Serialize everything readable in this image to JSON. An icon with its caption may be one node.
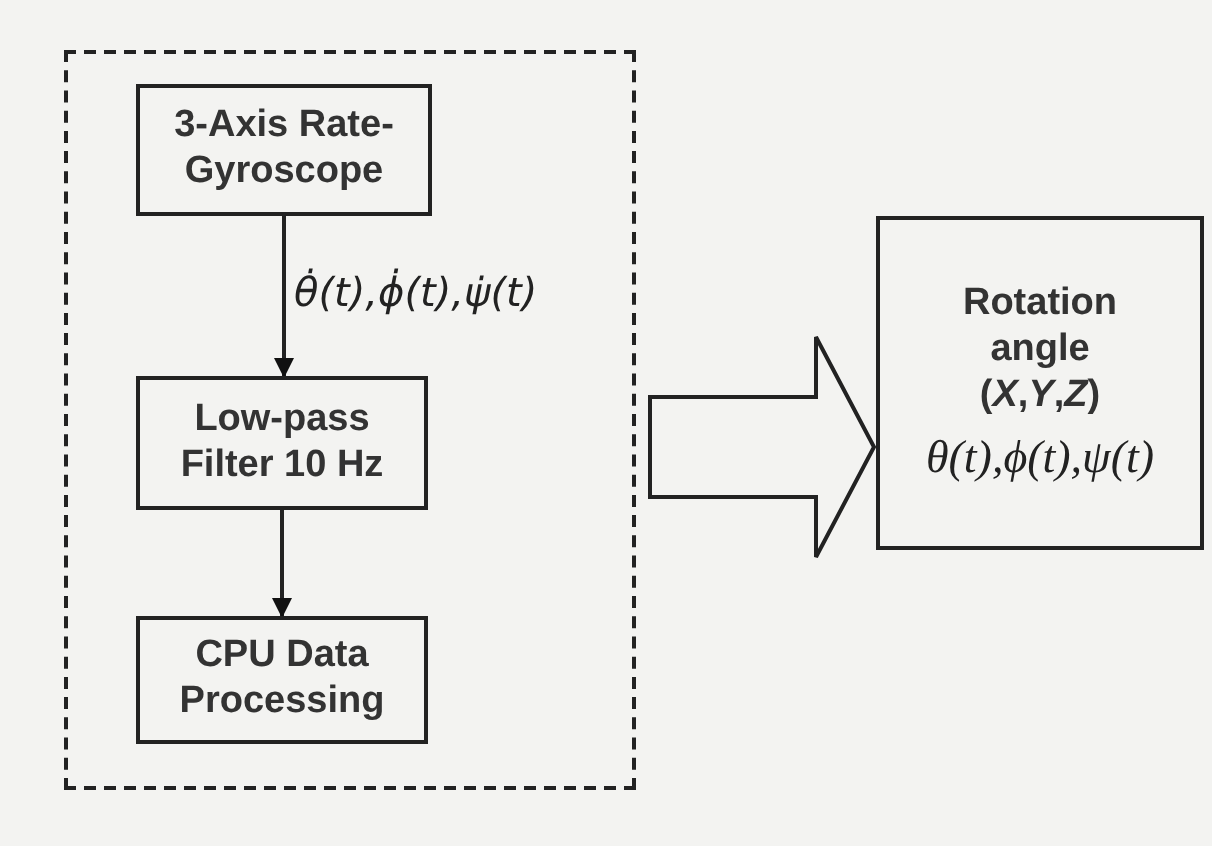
{
  "diagram": {
    "nodes": [
      {
        "text": [],
        "shape": "box"
      },
      {
        "text": [
          "3-Axis Rate-Gyroscope"
        ],
        "in": 0
      },
      {
        "text": [
          "Low-pass Filter 10 Hz"
        ],
        "in": 0
      },
      {
        "text": [
          "CPU Data Processing"
        ],
        "in": 0
      },
      {
        "text": [
          "Rotation angle (*X*,*Y*,*Z*)",
          "θ(t),ϕ(t),ψ(t)"
        ]
      }
    ],
    "edges": [
      {
        "from": 1,
        "to": 2,
        "arrow": "to",
        "label": "θ̇(t),ϕ̇(t),ψ̇(t)"
      },
      {
        "from": 2,
        "to": 3,
        "arrow": "to"
      },
      {
        "from": 0,
        "to": 4,
        "arrow": "to",
        "style": "thick"
      }
    ]
  }
}
